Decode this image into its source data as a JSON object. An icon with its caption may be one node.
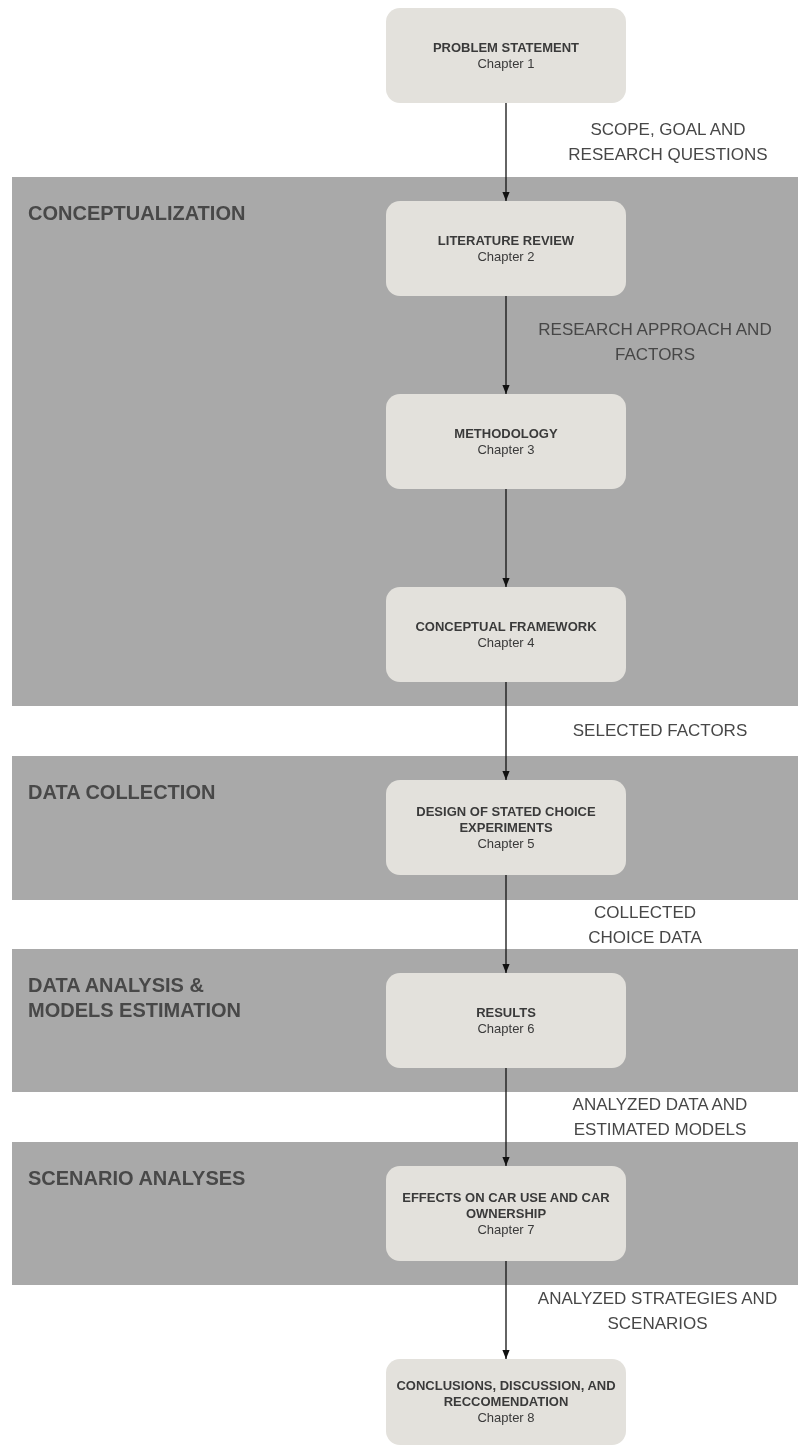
{
  "diagram": {
    "nodes": [
      {
        "text": [
          "PROBLEM STATEMENT",
          "Chapter 1"
        ]
      },
      {
        "text": [
          "CONCEPTUALIZATION"
        ]
      },
      {
        "text": [
          "LITERATURE REVIEW",
          "Chapter 2"
        ],
        "in": 1
      },
      {
        "text": [
          "METHODOLOGY",
          "Chapter 3"
        ],
        "in": 1
      },
      {
        "text": [
          "CONCEPTUAL FRAMEWORK",
          "Chapter 4"
        ],
        "in": 1
      },
      {
        "text": [
          "DATA COLLECTION"
        ]
      },
      {
        "text": [
          "DESIGN OF STATED CHOICE EXPERIMENTS",
          "Chapter 5"
        ],
        "in": 5
      },
      {
        "text": [
          "DATA ANALYSIS & MODELS ESTIMATION"
        ]
      },
      {
        "text": [
          "RESULTS",
          "Chapter 6"
        ],
        "in": 7
      },
      {
        "text": [
          "SCENARIO ANALYSES"
        ]
      },
      {
        "text": [
          "EFFECTS ON CAR USE AND CAR OWNERSHIP",
          "Chapter 7"
        ],
        "in": 9
      },
      {
        "text": [
          "CONCLUSIONS, DISCUSSION, AND RECCOMENDATION",
          "Chapter 8"
        ]
      }
    ],
    "edges": [
      {
        "from": 0,
        "to": 2,
        "arrow": "to",
        "label": "SCOPE, GOAL AND RESEARCH QUESTIONS"
      },
      {
        "from": 2,
        "to": 3,
        "arrow": "to",
        "label": "RESEARCH APPROACH AND FACTORS"
      },
      {
        "from": 3,
        "to": 4,
        "arrow": "to"
      },
      {
        "from": 4,
        "to": 6,
        "arrow": "to",
        "label": "SELECTED FACTORS"
      },
      {
        "from": 6,
        "to": 8,
        "arrow": "to",
        "label": "COLLECTED CHOICE DATA"
      },
      {
        "from": 8,
        "to": 10,
        "arrow": "to",
        "label": "ANALYZED DATA AND ESTIMATED MODELS"
      },
      {
        "from": 10,
        "to": 11,
        "arrow": "to",
        "label": "ANALYZED STRATEGIES AND SCENARIOS"
      }
    ]
  }
}
